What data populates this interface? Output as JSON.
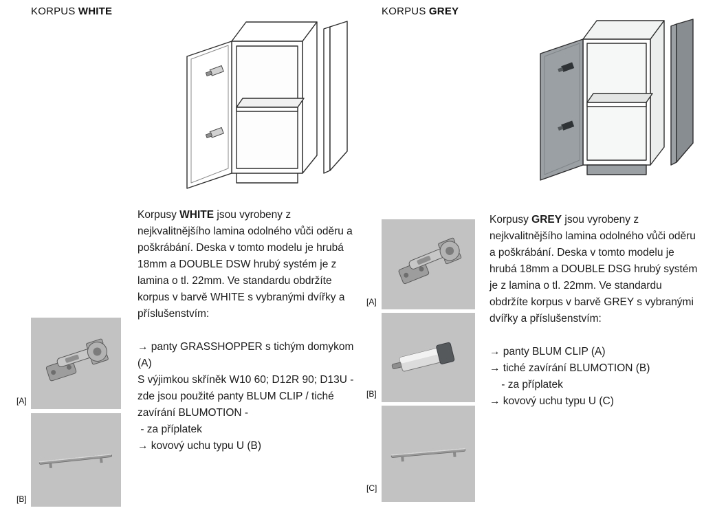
{
  "colors": {
    "background": "#ffffff",
    "hardware_box_grey": "#c2c2c2",
    "korpus_grey_door": "#9aa0a3",
    "line_art": "#2e2e2e"
  },
  "left": {
    "title": {
      "normal": "KORPUS ",
      "bold": "WHITE"
    },
    "intro_segments": [
      {
        "text": "Korpusy ",
        "bold": false
      },
      {
        "text": "WHITE",
        "bold": true
      },
      {
        "text": " jsou vyrobeny z nejkvalitnějšího lamina odolného vůči oděru a poškrábání. Deska v tomto modelu je hrubá 18mm a DOUBLE DSW hrubý systém je z lamina o tl. 22mm. Ve standardu obdržíte korpus v barvě WHITE s vybranými dvířky a příslušenstvím:",
        "bold": false
      }
    ],
    "list_lines": [
      "→ panty GRASSHOPPER s tichým domykom (A)",
      "S výjimkou skříněk W10 60; D12R 90; D13U - zde jsou použité panty BLUM CLIP / tiché zavírání BLUMOTION -",
      " - za příplatek",
      "→ kovový uchu typu U (B)"
    ],
    "hardware": [
      {
        "label": "[A]",
        "name": "grasshopper-hinge"
      },
      {
        "label": "[B]",
        "name": "u-handle"
      }
    ]
  },
  "right": {
    "title": {
      "normal": "KORPUS ",
      "bold": "GREY"
    },
    "intro_segments": [
      {
        "text": "Korpusy ",
        "bold": false
      },
      {
        "text": "GREY",
        "bold": true
      },
      {
        "text": " jsou vyrobeny z nejkvalitnějšího lamina odolného vůči oděru a poškrábání. Deska v tomto modelu je hrubá 18mm a DOUBLE DSG hrubý systém je z lamina o tl. 22mm. Ve standardu obdržíte korpus v barvě GREY s vybranými dvířky a příslušenstvím:",
        "bold": false
      }
    ],
    "list_lines": [
      "→ panty BLUM CLIP (A)",
      "→ tiché zavírání BLUMOTION (B)",
      "    - za příplatek",
      "→ kovový uchu typu U (C)"
    ],
    "hardware": [
      {
        "label": "[A]",
        "name": "blum-clip-hinge"
      },
      {
        "label": "[B]",
        "name": "blumotion-damper"
      },
      {
        "label": "[C]",
        "name": "u-handle"
      }
    ]
  }
}
